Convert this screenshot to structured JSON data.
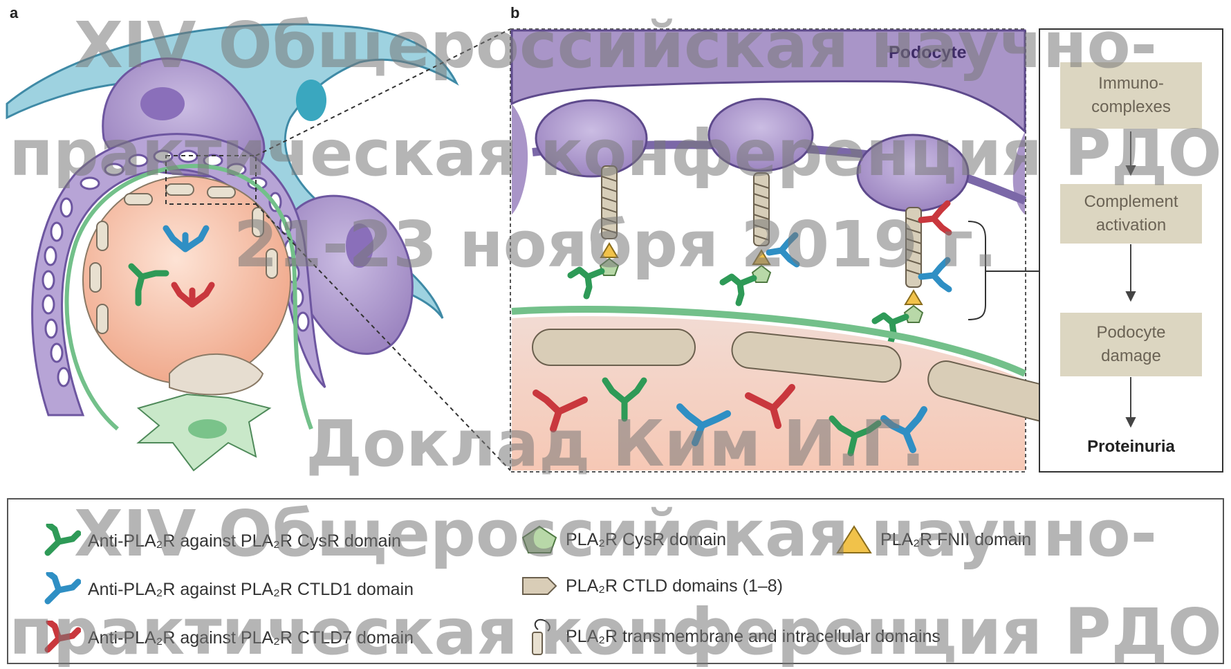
{
  "panels": {
    "a": "a",
    "b": "b"
  },
  "labels": {
    "podocyte": "Podocyte"
  },
  "flow": {
    "steps": [
      "Immuno-\ncomplexes",
      "Complement\nactivation",
      "Podocyte\ndamage"
    ],
    "final": "Proteinuria"
  },
  "legend": {
    "anti_cysr": "Anti-PLA₂R against PLA₂R CysR domain",
    "anti_ctld1": "Anti-PLA₂R against PLA₂R CTLD1 domain",
    "anti_ctld7": "Anti-PLA₂R against PLA₂R CTLD7 domain",
    "cysr_domain": "PLA₂R CysR domain",
    "ctld_domains": "PLA₂R CTLD domains (1–8)",
    "fnii_domain": "PLA₂R FNII domain",
    "transmembrane": "PLA₂R transmembrane and intracellular domains"
  },
  "watermark": {
    "line1": "XIV Общероссийская научно-",
    "line2": "практическая конференция РДО",
    "line3": "21-23 ноября 2019 г.",
    "line4": "Доклад Ким И.Г."
  },
  "colors": {
    "podocyte": "#a995c8",
    "capillary": "#f3c4ad",
    "gbm": "#73c08a",
    "endothelium": "#6fb3c9",
    "anti_cysr": "#2e9a57",
    "anti_ctld1": "#2f8fc4",
    "anti_ctld7": "#c9373d",
    "flow_box": "#dcd6c1"
  }
}
